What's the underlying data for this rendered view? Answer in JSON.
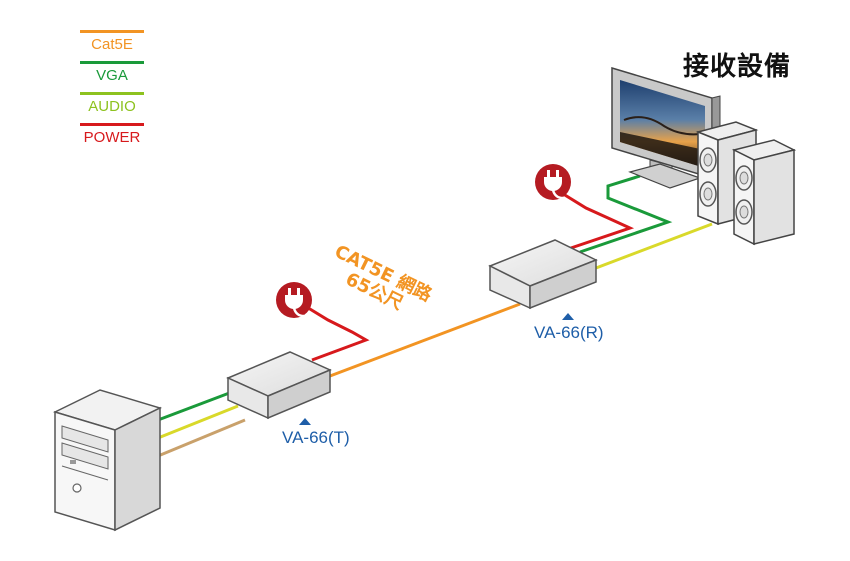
{
  "legend": [
    {
      "label": "Cat5E",
      "color": "#f29423"
    },
    {
      "label": "VGA",
      "color": "#1a9a3a"
    },
    {
      "label": "AUDIO",
      "color": "#8dc21f"
    },
    {
      "label": "POWER",
      "color": "#d7191c"
    }
  ],
  "title": "接收設備",
  "cable": {
    "line1": "CAT5E 網路",
    "line2": "65公尺"
  },
  "transmitter": {
    "label": "VA-66(T)"
  },
  "receiver": {
    "label": "VA-66(R)"
  },
  "colors": {
    "cat5e": "#f29423",
    "vga": "#1a9a3a",
    "audio_yellow": "#d9d92a",
    "audio_brown": "#c9a16b",
    "power": "#d7191c",
    "power_icon": "#b51b22",
    "label_blue": "#1e5ea8"
  }
}
